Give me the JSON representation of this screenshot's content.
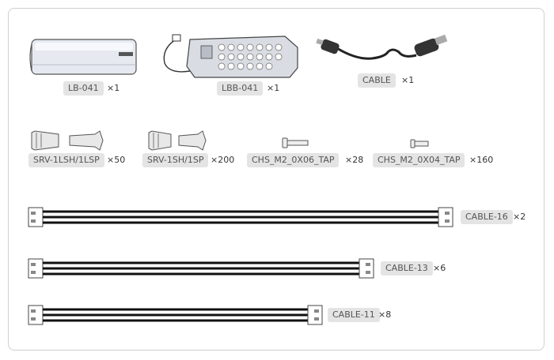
{
  "parts": {
    "battery": {
      "label": "LB-041",
      "qty": "×1"
    },
    "battery_box": {
      "label": "LBB-041",
      "qty": "×1"
    },
    "usb_cable": {
      "label": "CABLE",
      "qty": "×1"
    },
    "servo_horn_a": {
      "label": "SRV-1LSH/1LSP",
      "qty": "×50"
    },
    "servo_horn_b": {
      "label": "SRV-1SH/1SP",
      "qty": "×200"
    },
    "screw_06": {
      "label": "CHS_M2_0X06_TAP",
      "qty": "×28"
    },
    "screw_04": {
      "label": "CHS_M2_0X04_TAP",
      "qty": "×160"
    },
    "cable_16": {
      "label": "CABLE-16",
      "qty": "×2"
    },
    "cable_13": {
      "label": "CABLE-13",
      "qty": "×6"
    },
    "cable_11": {
      "label": "CABLE-11",
      "qty": "×8"
    }
  }
}
